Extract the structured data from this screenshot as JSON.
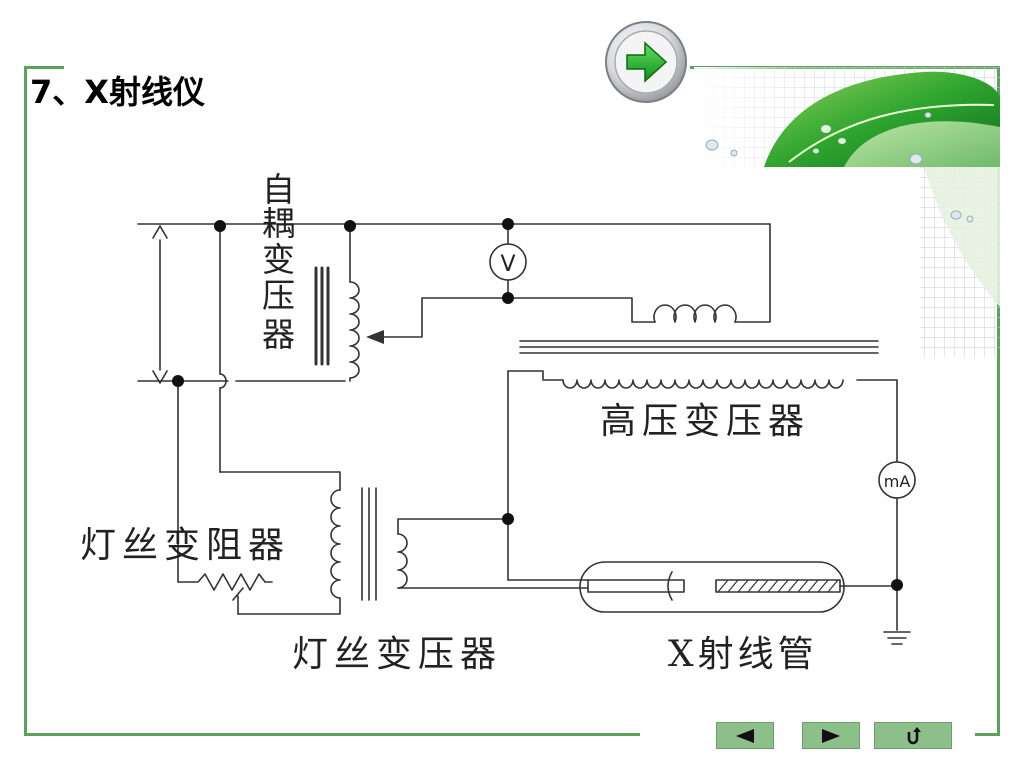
{
  "slide": {
    "title": "7、X射线仪"
  },
  "diagram": {
    "labels": {
      "autotransformer": [
        "自",
        "耦",
        "变",
        "压",
        "器"
      ],
      "high_voltage_transformer": "高压变压器",
      "filament_rheostat": "灯丝变阻器",
      "filament_transformer": "灯丝变压器",
      "xray_tube": "X射线管",
      "voltmeter": "V",
      "milliammeter": "mA"
    }
  },
  "nav": {
    "prev_icon": "left-triangle-icon",
    "next_icon": "right-triangle-icon",
    "return_icon": "return-arrow-icon",
    "forward_icon": "green-right-arrow-icon"
  },
  "colors": {
    "frame": "#5aa35a",
    "nav_button": "#8cbf8a",
    "wire": "#333333"
  }
}
